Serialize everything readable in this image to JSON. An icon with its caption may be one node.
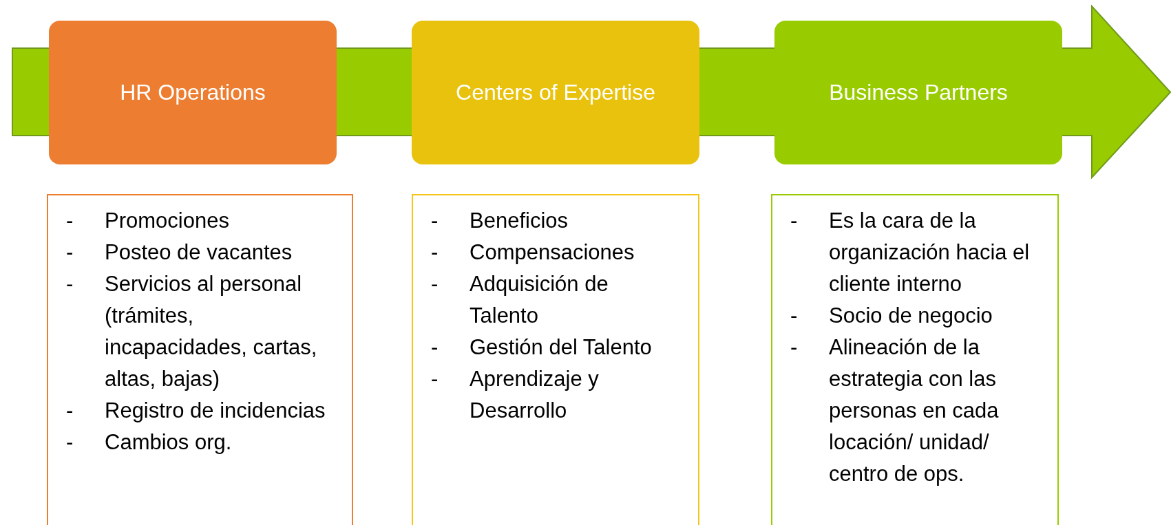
{
  "diagram": {
    "nodes": [
      {
        "text": [
          "HR Operations"
        ]
      },
      {
        "text": [
          "Centers of Expertise"
        ]
      },
      {
        "text": [
          "Business Partners"
        ]
      },
      {
        "text": [
          "Promociones",
          "Posteo de vacantes",
          "Servicios al personal (trámites, incapacidades, cartas, altas, bajas)",
          "Registro de incidencias",
          "Cambios org."
        ]
      },
      {
        "text": [
          "Beneficios",
          "Compensaciones",
          "Adquisición de Talento",
          "Gestión del Talento",
          "Aprendizaje y Desarrollo"
        ]
      },
      {
        "text": [
          "Es la cara de la organización hacia el cliente interno",
          "Socio de negocio",
          "Alineación de la estrategia con las personas en cada locación/ unidad/ centro de ops."
        ]
      }
    ],
    "edges": [],
    "labels": [
      "-",
      "-",
      "-",
      "-",
      "-",
      "-",
      "-",
      "-",
      "-",
      "-",
      "-",
      "-",
      "-"
    ]
  }
}
